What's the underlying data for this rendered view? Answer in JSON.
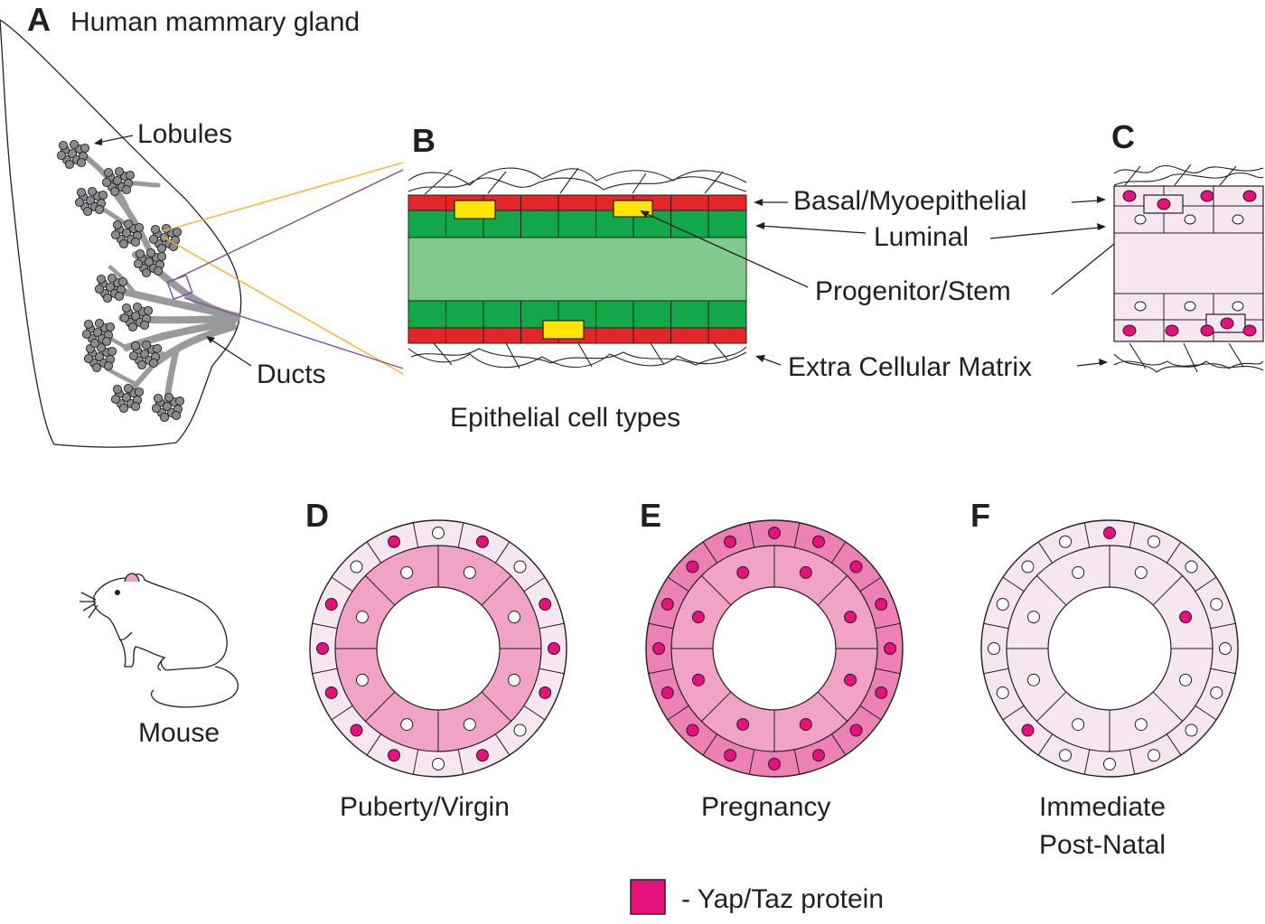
{
  "panels": {
    "a": "A",
    "b": "B",
    "c": "C",
    "d": "D",
    "e": "E",
    "f": "F"
  },
  "labels": {
    "a_title": "Human mammary gland",
    "lobules": "Lobules",
    "ducts": "Ducts",
    "epithelial": "Epithelial cell types",
    "basal": "Basal/Myoepithelial",
    "luminal": "Luminal",
    "progenitor": "Progenitor/Stem",
    "ecm": "Extra Cellular Matrix",
    "mouse": "Mouse",
    "puberty": "Puberty/Virgin",
    "pregnancy": "Pregnancy",
    "immediate": "Immediate",
    "postnatal": "Post-Natal",
    "legend": "- Yap/Taz protein"
  },
  "colors": {
    "basal_red": "#e52629",
    "luminal_green": "#12a84a",
    "lumen_green": "#82c98e",
    "progenitor_yellow": "#ffe500",
    "yap_taz_magenta": "#e6117c",
    "cell_pale_pink": "#f6e6f0",
    "cell_mid_pink": "#f0a3c6",
    "cell_strong_pink": "#ec82b4",
    "lobule_gray": "#8a8b8d",
    "duct_gray": "#999a9c",
    "zoom_orange": "#f7b32b",
    "zoom_purple": "#7f4fa0"
  }
}
